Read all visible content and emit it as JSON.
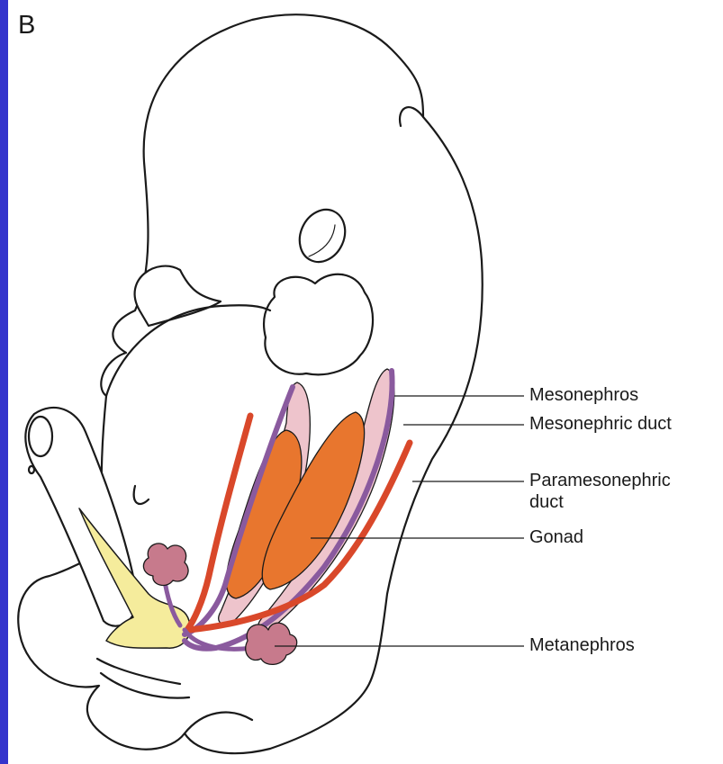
{
  "figure": {
    "panel_letter": "B",
    "labels": {
      "mesonephros": "Mesonephros",
      "mesonephric_duct": "Mesonephric duct",
      "paramesonephric_duct_line1": "Paramesonephric",
      "paramesonephric_duct_line2": "duct",
      "gonad": "Gonad",
      "metanephros": "Metanephros"
    },
    "colors": {
      "frame_bar": "#3434cc",
      "outline": "#1a1a1a",
      "gonad": "#e8762e",
      "paramesonephric_duct": "#d9482a",
      "mesonephric_duct": "#8a5a9e",
      "mesonephros": "#eec4cc",
      "metanephros": "#c77a8c",
      "cloaca": "#f5ec9c"
    }
  }
}
